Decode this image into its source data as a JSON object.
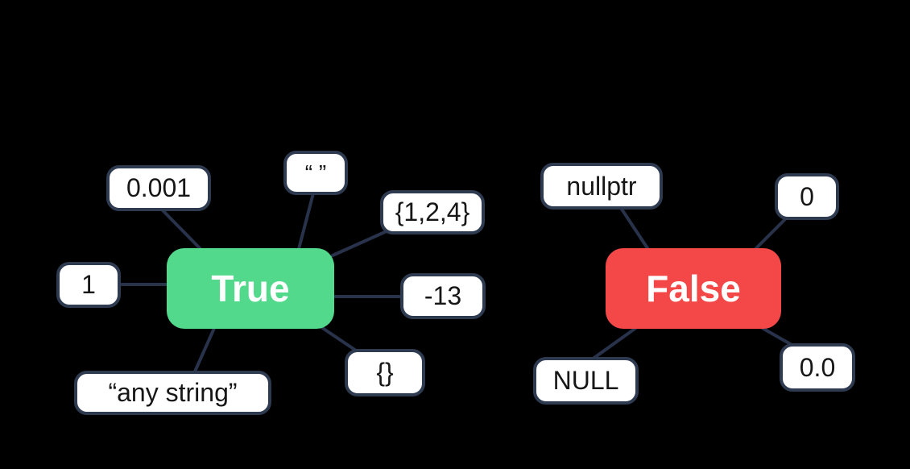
{
  "diagram": {
    "title_hint": "Truthy and falsy values mind map",
    "true_group": {
      "label": "True",
      "values": {
        "decimal": "0.001",
        "empty_string": "“ ”",
        "set": "{1,2,4}",
        "negative": "-13",
        "empty_set": "{}",
        "any_string": "“any string”",
        "one": "1"
      }
    },
    "false_group": {
      "label": "False",
      "values": {
        "nullptr": "nullptr",
        "zero": "0",
        "null": "NULL",
        "zero_float": "0.0"
      }
    },
    "colors": {
      "background": "#000000",
      "true_fill": "#52d98c",
      "false_fill": "#f44848",
      "edge": "#28324a",
      "node_border": "#2e3a50",
      "node_fill": "#ffffff",
      "node_text": "#161616",
      "main_text": "#ffffff"
    }
  }
}
